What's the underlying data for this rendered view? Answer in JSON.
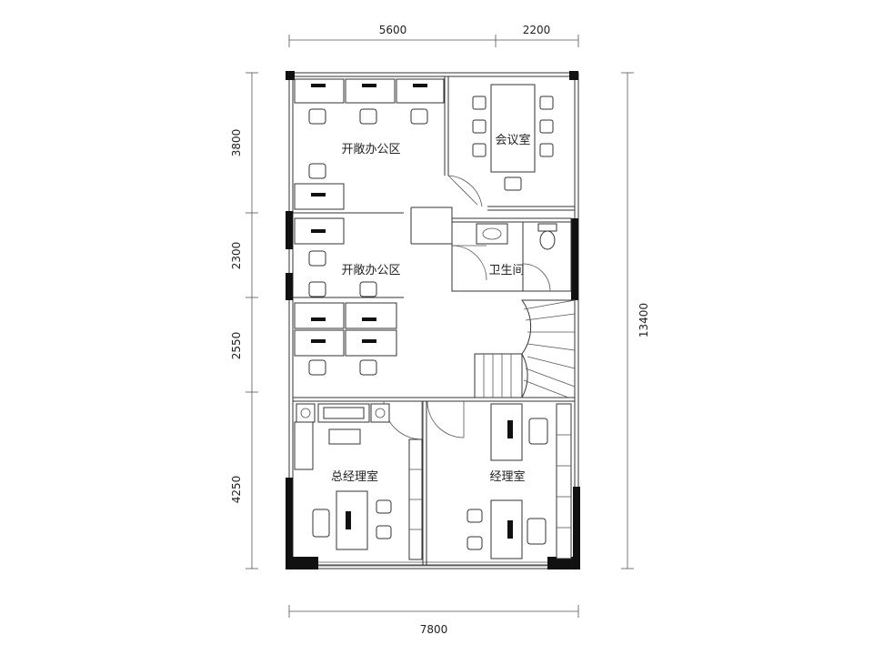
{
  "dimensions": {
    "top": [
      "5600",
      "2200"
    ],
    "bottom": "7800",
    "left": [
      "3800",
      "2300",
      "2550",
      "4250"
    ],
    "right": "13400"
  },
  "rooms": {
    "open_office_1": "开敞办公区",
    "meeting_room": "会议室",
    "open_office_2": "开敞办公区",
    "toilet": "卫生间",
    "gm_office": "总经理室",
    "manager_office": "经理室"
  },
  "colors": {
    "wall": "#111111",
    "line": "#333333"
  }
}
